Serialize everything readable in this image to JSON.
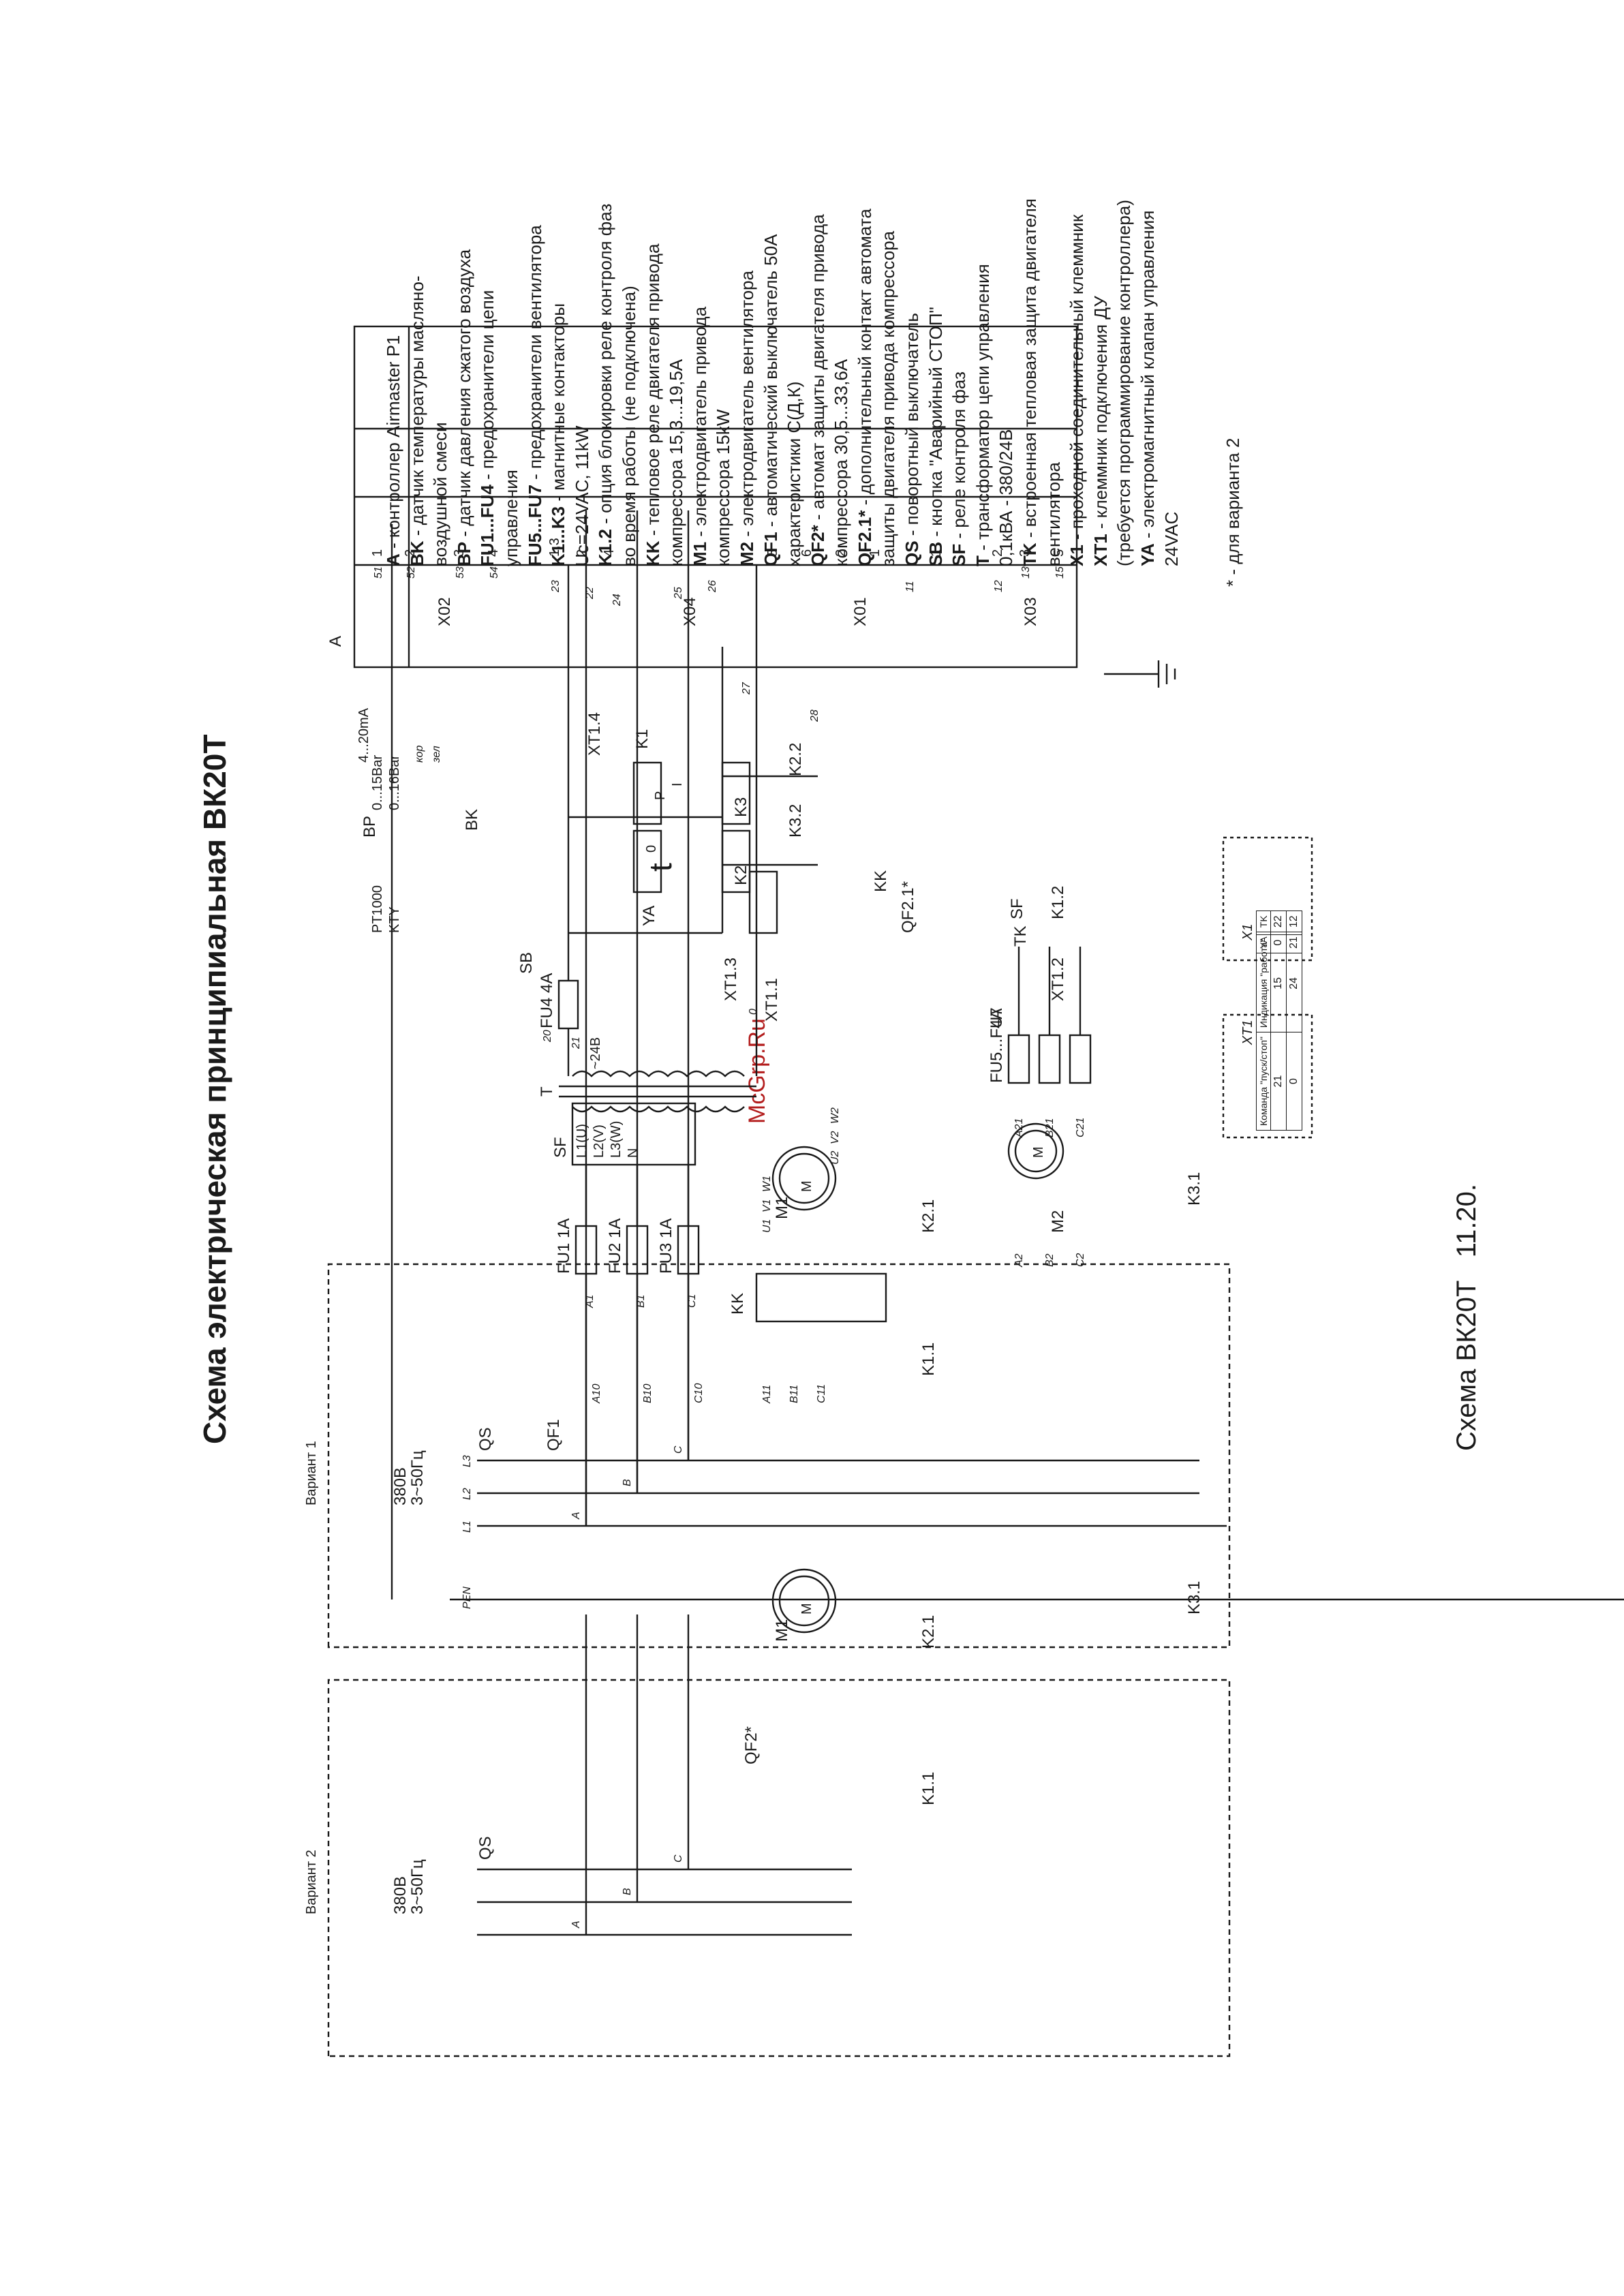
{
  "title": "Схема электрическая принципиальная ВК20Т",
  "footer": {
    "model": "Схема ВК20Т",
    "page": "11.20."
  },
  "watermark": "McGrp.Ru",
  "variants": {
    "v1": "Вариант 1",
    "v2": "Вариант 2"
  },
  "supply": {
    "voltage": "380В",
    "freq": "3~50Гц",
    "l1": "L1",
    "l2": "L2",
    "l3": "L3",
    "pen": "PEN"
  },
  "phases": {
    "a": "A",
    "b": "B",
    "c": "C"
  },
  "components": {
    "qs": "QS",
    "qf1": "QF1",
    "qf2": "QF2*",
    "k11": "K1.1",
    "k21": "K2.1",
    "k31": "K3.1",
    "kk": "KK",
    "m1": "M1",
    "m2": "M",
    "m2lbl": "M2",
    "fu1": "FU1 1A",
    "fu2": "FU2 1A",
    "fu3": "FU3 1A",
    "fu57": "FU5...FU7",
    "fu57r": "4A",
    "fu4": "FU4 4A",
    "sf": "SF",
    "t": "T",
    "sb": "SB",
    "bp": "BP",
    "bk": "BK",
    "ya": "YA",
    "k1": "K1",
    "k2": "K2",
    "k3": "K3",
    "k22": "K2.2",
    "k32": "K3.2",
    "xt14": "XT1.4",
    "xt13": "XT1.3",
    "xt11": "XT1.1",
    "xt12": "XT1.2",
    "kk2": "KK",
    "qf21": "QF2.1*",
    "tk": "TK",
    "sf2": "SF",
    "k12": "K1.2",
    "ctrl": "A",
    "x02": "X02",
    "x04": "X04",
    "x01": "X01",
    "x03": "X03",
    "sensor1": "4...20mA",
    "sensor2": "0...15Bar",
    "sensor3": "0...16Bar",
    "pt1": "PT1000",
    "pt2": "KTY",
    "t24": "~24B",
    "sf_l1": "L1(U)",
    "sf_l2": "L2(V)",
    "sf_l3": "L3(W)",
    "sf_n": "N",
    "m_u1": "U1",
    "m_v1": "V1",
    "m_w1": "W1",
    "m_u2": "U2",
    "m_v2": "V2",
    "m_w2": "W2",
    "bp_p": "P",
    "bp_i": "I",
    "bk_t": "t",
    "bk_0": "0"
  },
  "terminals": {
    "x02": [
      "1",
      "2",
      "3",
      "4"
    ],
    "x04": [
      "1,3",
      "2",
      "4",
      "5",
      "6"
    ],
    "x01": [
      "2",
      "1"
    ],
    "x03": [
      "1",
      "2",
      "3",
      "5"
    ]
  },
  "legend": [
    {
      "k": "A",
      "t": " - контроллер Airmaster P1"
    },
    {
      "k": "BK",
      "t": " - датчик температуры масляно-"
    },
    {
      "k": "",
      "t": "воздушной смеси"
    },
    {
      "k": "BP",
      "t": " - датчик давления сжатого воздуха"
    },
    {
      "k": "FU1...FU4",
      "t": " - предохранители цепи"
    },
    {
      "k": "",
      "t": "управления"
    },
    {
      "k": "FU5...FU7",
      "t": " - предохранители вентилятора"
    },
    {
      "k": "K1...K3",
      "t": " - магнитные контакторы"
    },
    {
      "k": "",
      "t": "Uc=24VAC, 11kW"
    },
    {
      "k": "K1.2",
      "t": " - опция блокировки реле контроля фаз"
    },
    {
      "k": "",
      "t": "во время работы (не подключена)"
    },
    {
      "k": "KK",
      "t": " - тепловое реле двигателя привода"
    },
    {
      "k": "",
      "t": "компрессора 15,3...19,5A"
    },
    {
      "k": "M1",
      "t": " - электродвигатель привода"
    },
    {
      "k": "",
      "t": "компрессора 15kW"
    },
    {
      "k": "M2",
      "t": " - электродвигатель вентилятора"
    },
    {
      "k": "QF1",
      "t": " - автоматический выключатель 50A"
    },
    {
      "k": "",
      "t": "характеристики С(Д,К)"
    },
    {
      "k": "QF2*",
      "t": " - автомат защиты двигателя привода"
    },
    {
      "k": "",
      "t": "компрессора 30,5...33,6A"
    },
    {
      "k": "QF2.1*",
      "t": " - дополнительный контакт автомата"
    },
    {
      "k": "",
      "t": "защиты двигателя привода компрессора"
    },
    {
      "k": "QS",
      "t": " - поворотный выключатель"
    },
    {
      "k": "SB",
      "t": " - кнопка \"Аварийный СТОП\""
    },
    {
      "k": "SF",
      "t": " - реле контроля фаз"
    },
    {
      "k": "T",
      "t": " - трансформатор цепи управления"
    },
    {
      "k": "",
      "t": "0,1кВА - 380/24В"
    },
    {
      "k": "TK",
      "t": " - встроенная тепловая защита двигателя"
    },
    {
      "k": "",
      "t": "вентилятора"
    },
    {
      "k": "X1",
      "t": " - проходной соединительный клеммник"
    },
    {
      "k": "XT1",
      "t": " - клеммник подключения ДУ"
    },
    {
      "k": "",
      "t": "(требуется программирование контроллера)"
    },
    {
      "k": "YA",
      "t": " - электромагнитный клапан управления"
    },
    {
      "k": "",
      "t": "24VAC"
    }
  ],
  "note": "* - для варианта 2",
  "table_xt1": {
    "title": "XT1",
    "headers": [
      "Команда \"пуск/стоп\"",
      "Индикация \"работа\""
    ],
    "rows": [
      [
        "21",
        "15"
      ],
      [
        "0",
        "24"
      ]
    ]
  },
  "table_x1": {
    "title": "X1",
    "headers": [
      "YA",
      "TK"
    ],
    "rows": [
      [
        "0",
        "22"
      ],
      [
        "21",
        "12"
      ]
    ]
  },
  "wires": [
    "A1",
    "B1",
    "C1",
    "A2",
    "B2",
    "C2",
    "A10",
    "B10",
    "C10",
    "A11",
    "B11",
    "C11",
    "A21",
    "B21",
    "C21",
    "20",
    "21",
    "22",
    "23",
    "24",
    "25",
    "26",
    "27",
    "28",
    "11",
    "12",
    "13",
    "15",
    "51",
    "52",
    "53",
    "54",
    "0",
    "кор",
    "зел"
  ]
}
